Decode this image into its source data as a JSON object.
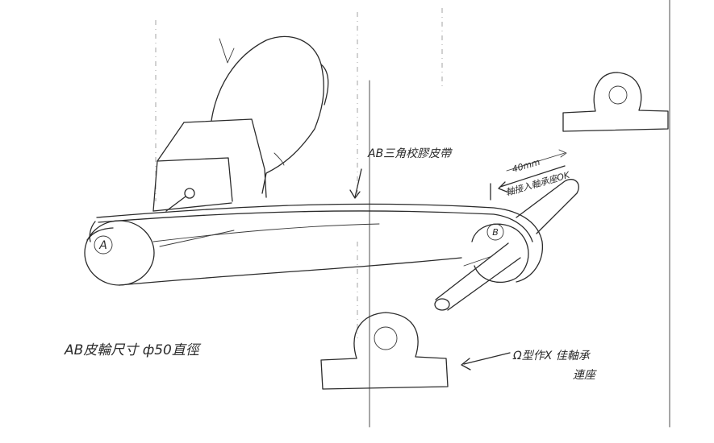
{
  "labels": {
    "pulley_a": "A",
    "pulley_b": "B",
    "belt_note": "AB三角校膠皮帶",
    "dimension": "40mm",
    "shaft_note": "軸接入軸承座OK",
    "pulley_size": "AB皮輪尺寸 ф50直徑",
    "bearing_note_line1": "Ω型作X 佳軸承",
    "bearing_note_line2": "連座"
  },
  "colors": {
    "ink": "#2b2b2b",
    "guide": "#9a9a9a",
    "paper": "#ffffff"
  }
}
